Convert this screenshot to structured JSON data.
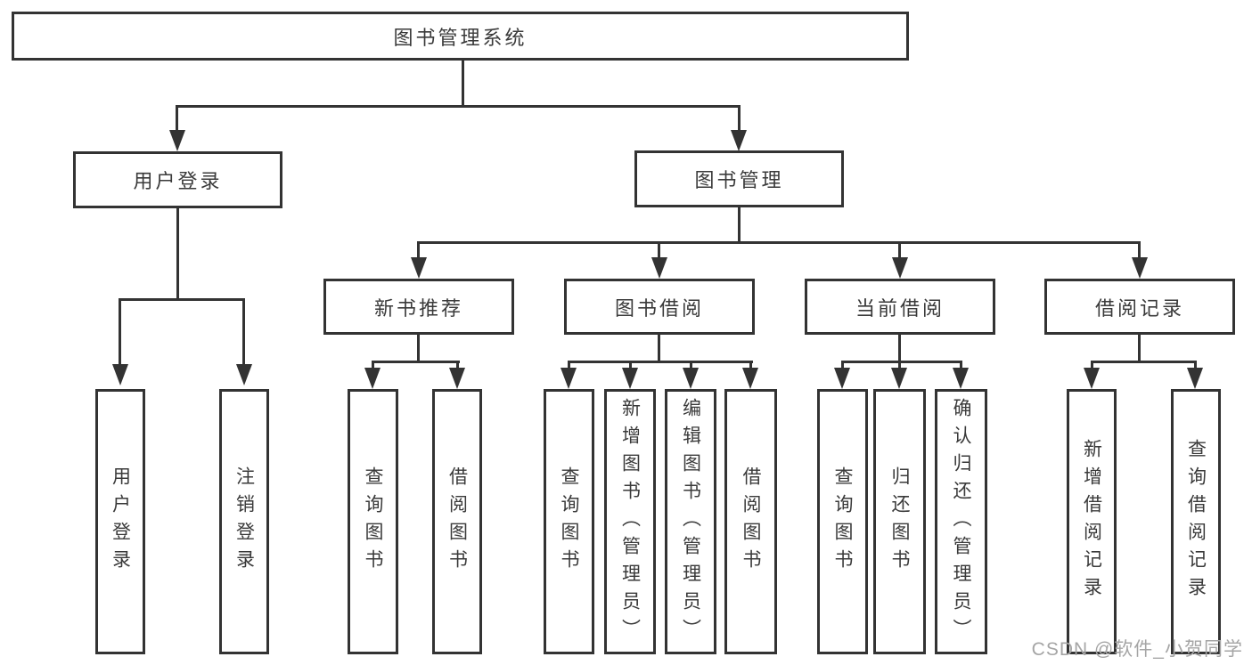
{
  "diagram": {
    "root": "图书管理系统",
    "level2": {
      "user_login": "用户登录",
      "book_mgmt": "图书管理"
    },
    "level3": {
      "new_book_rec": "新书推荐",
      "book_borrow": "图书借阅",
      "current_borrow": "当前借阅",
      "borrow_records": "借阅记录"
    },
    "leaves": {
      "user_login": [
        "用户登录",
        "注销登录"
      ],
      "new_book_rec": [
        "查询图书",
        "借阅图书"
      ],
      "book_borrow": [
        "查询图书",
        "新增图书（管理员）",
        "编辑图书（管理员）",
        "借阅图书"
      ],
      "current_borrow": [
        "查询图书",
        "归还图书",
        "确认归还（管理员）"
      ],
      "borrow_records": [
        "新增借阅记录",
        "查询借阅记录"
      ]
    }
  },
  "watermark": "CSDN @软件_小贺同学",
  "colors": {
    "line": "#333333",
    "text": "#3a3a3a",
    "background": "#ffffff",
    "watermark": "#a5a5a5"
  }
}
